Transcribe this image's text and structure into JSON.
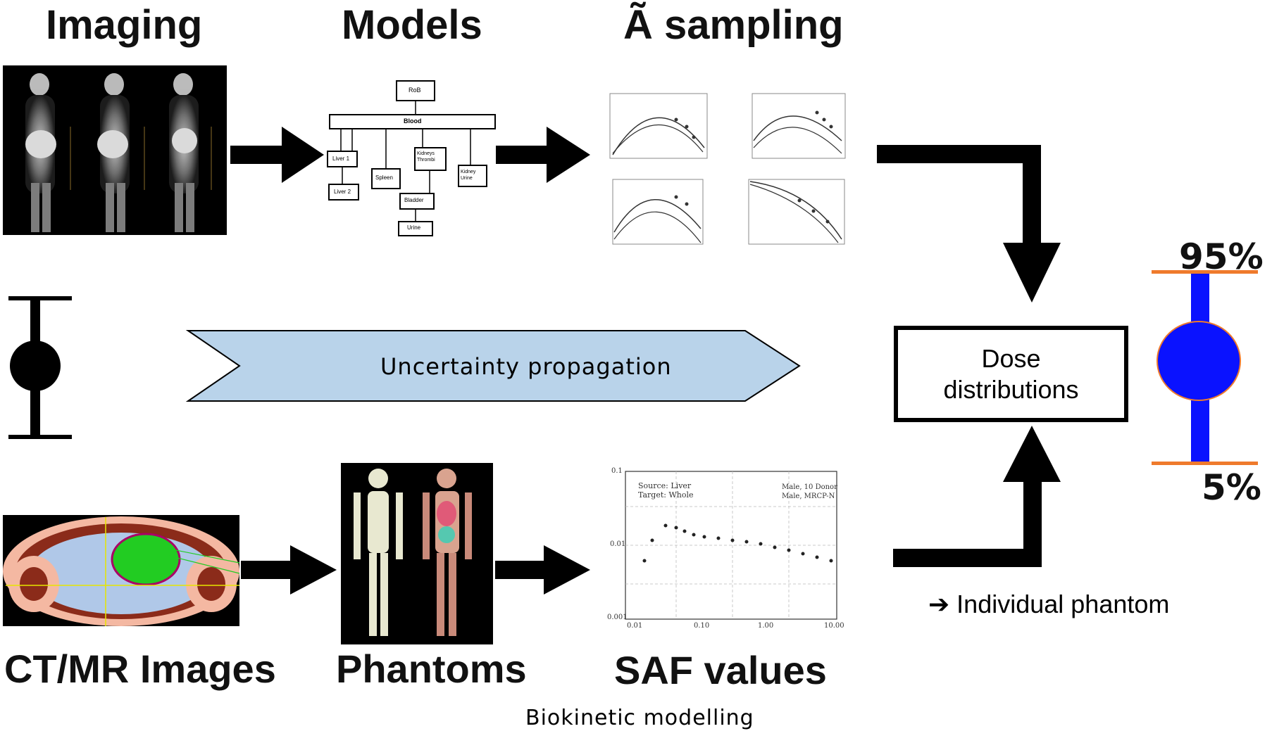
{
  "top_labels": {
    "imaging": "Imaging",
    "models": "Models",
    "sampling": "Ã sampling"
  },
  "bottom_labels": {
    "ct_mr": "CT/MR Images",
    "phantoms": "Phantoms",
    "saf": "SAF values"
  },
  "banner": "Uncertainty propagation",
  "dose_box": {
    "line1": "Dose",
    "line2": "distributions"
  },
  "percentiles": {
    "upper": "95%",
    "lower": "5%"
  },
  "individual_phantom": "➔ Individual phantom",
  "caption": "Biokinetic modelling",
  "colors": {
    "banner_fill": "#b9d3ea",
    "error_bar": "#0a12ff",
    "error_caps": "#ef7a2c",
    "arrow": "#000000"
  },
  "model_diagram": {
    "nodes": [
      "RoB",
      "Blood",
      "Liver 1",
      "Liver 2",
      "Spleen",
      "Kidneys Thrombi",
      "Kidney Urine",
      "Bladder",
      "Urine"
    ]
  },
  "saf_chart": {
    "legend": [
      "Male, 10 Donor",
      "Male, MRCP-N"
    ],
    "annotation": [
      "Source: Liver",
      "Target: Whole"
    ],
    "x_ticks": [
      "0.01",
      "0.10",
      "1.00",
      "10.00"
    ],
    "y_ticks": [
      "0.1",
      "0.01",
      "0.001"
    ]
  }
}
